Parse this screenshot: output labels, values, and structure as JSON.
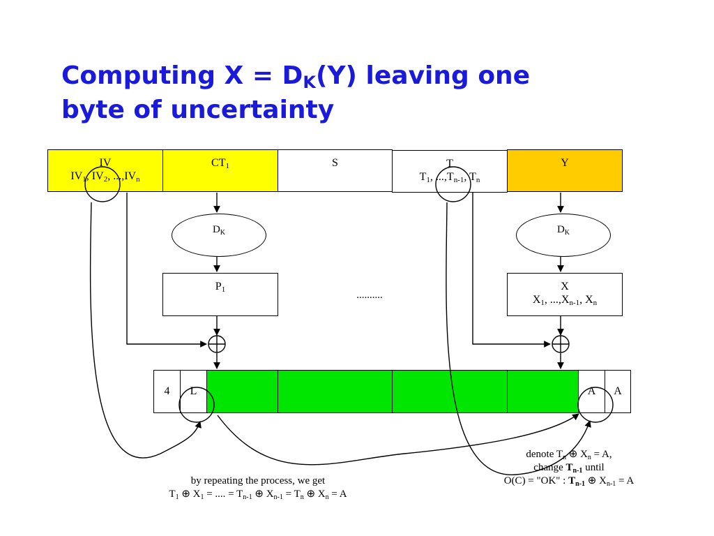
{
  "title": {
    "line1_pre": "Computing X = D",
    "line1_sub": "K",
    "line1_post": "(Y) leaving one",
    "line2": "byte of uncertainty"
  },
  "top_row": {
    "iv": {
      "label": "IV",
      "seq": [
        "IV",
        "1",
        ", IV",
        "2",
        ", ...,IV",
        "n"
      ]
    },
    "ct1": {
      "label": "CT",
      "sub": "1"
    },
    "s": {
      "label": "S"
    },
    "t": {
      "label": "T",
      "seq": [
        "T",
        "1",
        ", ...,T",
        "n-1",
        ", T",
        "n"
      ]
    },
    "y": {
      "label": "Y"
    }
  },
  "decrypt": {
    "label": "D",
    "sub": "K"
  },
  "p1": {
    "label": "P",
    "sub": "1"
  },
  "dots": "..........",
  "x_box": {
    "label": "X",
    "seq": [
      "X",
      "1",
      ", ...,X",
      "n-1",
      ", X",
      "n"
    ]
  },
  "bottom_row": {
    "c4": "4",
    "cL": "L",
    "cA1": "A",
    "cA2": "A"
  },
  "caption_left": {
    "line1": "by repeating the process, we get",
    "line2": [
      "T",
      "1",
      " ⊕ X",
      "1",
      " = .... = T",
      "n-1",
      " ⊕ X",
      "n-1",
      " = T",
      "n",
      " ⊕ X",
      "n",
      " = A"
    ]
  },
  "caption_right": {
    "line1": [
      "denote T",
      "n",
      " ⊕ X",
      "n",
      " = A,"
    ],
    "line2": {
      "pre": "change ",
      "bold": "T",
      "bold_sub": "n-1",
      "post": " until"
    },
    "line3": [
      "O(C) = \"OK\" : ",
      "T",
      "n-1",
      " ⊕ X",
      "n-1",
      " = A"
    ]
  },
  "colors": {
    "yellow": "#ffff00",
    "orange": "#ffcc00",
    "green": "#00e600",
    "title": "#1a1adc"
  }
}
